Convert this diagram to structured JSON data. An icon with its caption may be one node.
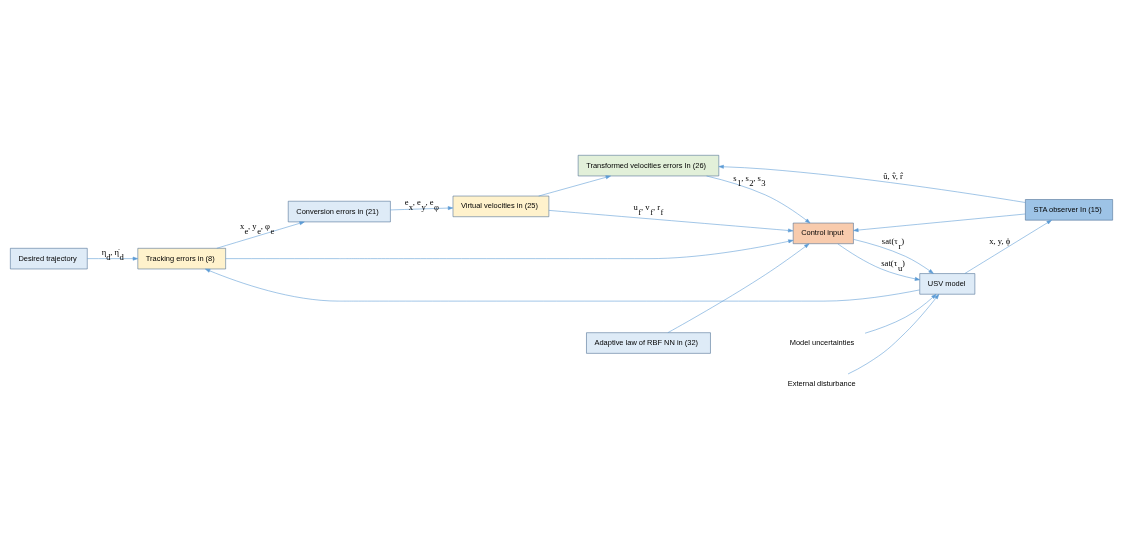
{
  "diagram": {
    "nodes": [
      {
        "text": [
          "Desired trajectory"
        ]
      },
      {
        "text": [
          "Tracking errors in (8)"
        ]
      },
      {
        "text": [
          "Conversion errors in (21)"
        ]
      },
      {
        "text": [
          "Virtual velocities in (25)"
        ]
      },
      {
        "text": [
          "Transformed velocities errors In (26)"
        ]
      },
      {
        "text": [
          "Adaptive law of RBF NN in (32)"
        ]
      },
      {
        "text": [
          "Control input"
        ]
      },
      {
        "text": [
          "Model uncertainties"
        ]
      },
      {
        "text": [
          "External disturbance"
        ]
      },
      {
        "text": [
          "USV model"
        ]
      },
      {
        "text": [
          "STA observer In (15)"
        ]
      }
    ],
    "edges": [
      {
        "from": 0,
        "to": 1,
        "arrow": "to",
        "label": "η$_{d}$, η̇$_{d}$"
      },
      {
        "from": 1,
        "to": 2,
        "arrow": "to",
        "label": "x$_{e}$, y$_{e}$, φ$_{e}$"
      },
      {
        "from": 1,
        "to": 6,
        "arrow": "to"
      },
      {
        "from": 2,
        "to": 3,
        "arrow": "to",
        "label": "e$_{x}$, e$_{y}$, e$_{φ}$"
      },
      {
        "from": 3,
        "to": 6,
        "arrow": "to",
        "label": "u$_{f}$, v$_{f}$, r$_{f}$"
      },
      {
        "from": 3,
        "to": 4,
        "arrow": "to"
      },
      {
        "from": 4,
        "to": 6,
        "arrow": "to",
        "label": "s$_{1}$, s$_{2}$, s$_{3}$"
      },
      {
        "from": 5,
        "to": 6,
        "arrow": "to"
      },
      {
        "from": 10,
        "to": 6,
        "arrow": "to"
      },
      {
        "from": 6,
        "to": 9,
        "arrow": "to",
        "label": "sat(τ$_{u}$)"
      },
      {
        "from": 6,
        "to": 9,
        "arrow": "to",
        "label": "sat(τ$_{r}$)"
      },
      {
        "from": 7,
        "to": 9,
        "arrow": "to"
      },
      {
        "from": 8,
        "to": 9,
        "arrow": "to"
      },
      {
        "from": 9,
        "to": 10,
        "arrow": "to",
        "label": "x, y, ϕ"
      },
      {
        "from": 9,
        "to": 1,
        "arrow": "to"
      },
      {
        "from": 10,
        "to": 4,
        "arrow": "to",
        "label": "û, v̂, r̂"
      }
    ]
  }
}
